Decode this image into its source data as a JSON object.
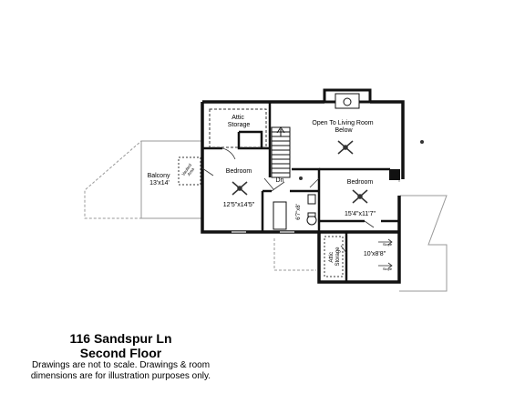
{
  "rooms": {
    "attic_storage_top": "Attic\nStorage",
    "open_to_living": "Open To Living Room\nBelow",
    "balcony": "Balcony\n13'x14'",
    "bedroom_left_name": "Bedroom",
    "bedroom_left_dims": "12'5\"x14'5\"",
    "bedroom_right_name": "Bedroom",
    "bedroom_right_dims": "15'4\"x11'7\"",
    "bath_dims": "6'7\"x8'",
    "stair_label": "Dn",
    "attic_storage_side": "Attic\nStorage",
    "small_room_dims": "10'x8'8\"",
    "slope_label": "Slope",
    "vaulted_area": "Vaulted\nArea"
  },
  "caption": {
    "address": "116 Sandspur Ln",
    "floor": "Second Floor",
    "note_line1": "Drawings are not to scale. Drawings & room",
    "note_line2": "dimensions are for illustration purposes only."
  }
}
